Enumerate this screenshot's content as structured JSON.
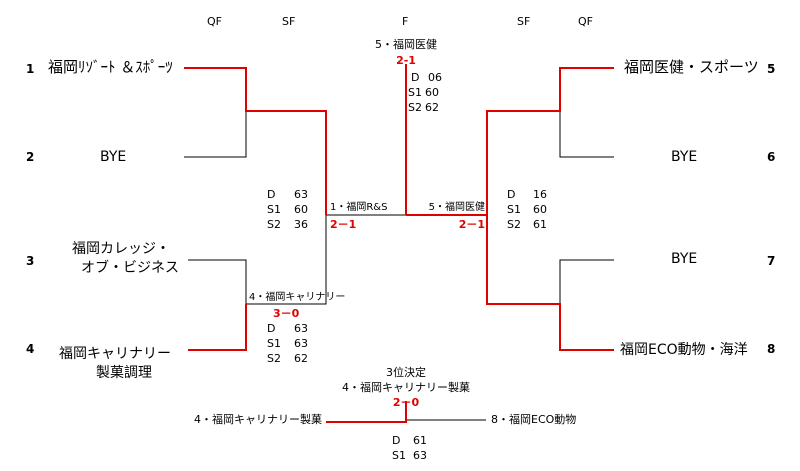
{
  "rounds": {
    "left_qf": "QF",
    "left_sf": "SF",
    "final": "F",
    "right_sf": "SF",
    "right_qf": "QF"
  },
  "seeds": {
    "s1": "1",
    "s2": "2",
    "s3": "3",
    "s4": "4",
    "s5": "5",
    "s6": "6",
    "s7": "7",
    "s8": "8"
  },
  "teams": {
    "t1": "福岡ﾘｿﾞｰﾄ ＆ｽﾎﾟｰﾂ",
    "t2": "BYE",
    "t3_line1": "福岡カレッジ・",
    "t3_line2": "オブ・ビジネス",
    "t4_line1": "福岡キャリナリー",
    "t4_line2": "製菓調理",
    "t5": "福岡医健・スポーツ",
    "t6": "BYE",
    "t7": "BYE",
    "t8": "福岡ECO動物・海洋"
  },
  "matches": {
    "left_sf": {
      "winner": "4・福岡キャリナリー",
      "score": "3－0",
      "sets": [
        {
          "k": "D",
          "v": "63"
        },
        {
          "k": "S1",
          "v": "63"
        },
        {
          "k": "S2",
          "v": "62"
        }
      ]
    },
    "left_final": {
      "winner": "1・福岡R&S",
      "score": "2－1",
      "sets": [
        {
          "k": "D",
          "v": "63"
        },
        {
          "k": "S1",
          "v": "60"
        },
        {
          "k": "S2",
          "v": "36"
        }
      ]
    },
    "right_final": {
      "winner": "5・福岡医健",
      "score": "2－1",
      "sets": [
        {
          "k": "D",
          "v": "16"
        },
        {
          "k": "S1",
          "v": "60"
        },
        {
          "k": "S2",
          "v": "61"
        }
      ]
    },
    "final": {
      "winner": "5・福岡医健",
      "score": "2-1",
      "sets": [
        {
          "k": "D",
          "v": "06"
        },
        {
          "k": "S1",
          "v": "60"
        },
        {
          "k": "S2",
          "v": "62"
        }
      ]
    },
    "third": {
      "title": "3位決定",
      "winner": "4・福岡キャリナリー製菓",
      "score": "2－0",
      "left_team": "4・福岡キャリナリー製菓",
      "right_team": "8・福岡ECO動物",
      "sets": [
        {
          "k": "D",
          "v": "61"
        },
        {
          "k": "S1",
          "v": "63"
        }
      ]
    }
  },
  "colors": {
    "win": "#e00000",
    "line": "#000000"
  }
}
